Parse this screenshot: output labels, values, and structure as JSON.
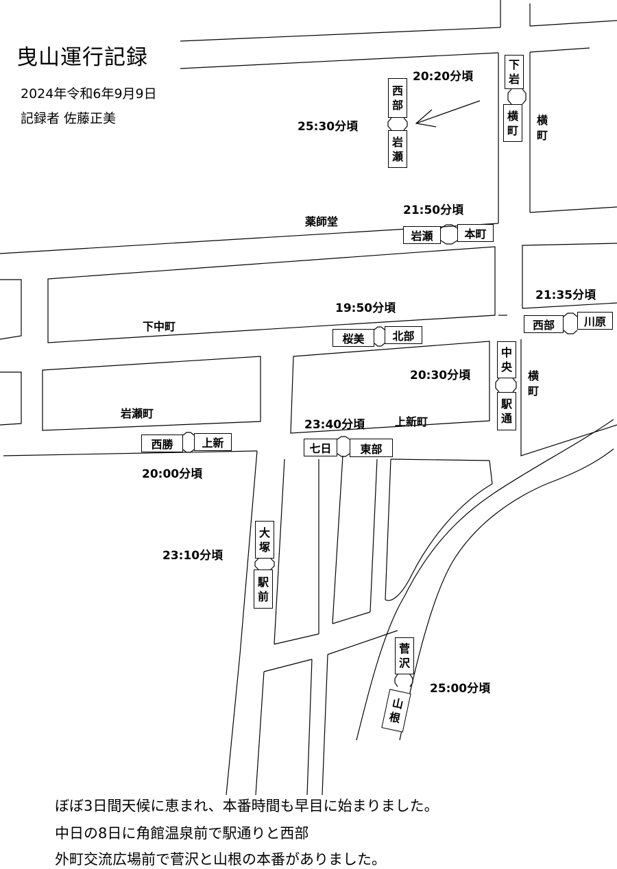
{
  "header": {
    "title": "曳山運行記録",
    "date": "2024年令和6年9月9日",
    "recorder": "記録者 佐藤正美"
  },
  "streets": {
    "yakushido": "薬師堂",
    "shimonakamachi": "下中町",
    "iwasemachi": "岩瀬町",
    "kamishinmachi": "上新町",
    "yokomachi_top": "横町",
    "yokomachi_mid": "横町"
  },
  "times": {
    "t2020": "20:20分頃",
    "t2530": "25:30分頃",
    "t2150": "21:50分頃",
    "t2135": "21:35分頃",
    "t1950": "19:50分頃",
    "t2030": "20:30分頃",
    "t2340": "23:40分頃",
    "t2000": "20:00分頃",
    "t2310": "23:10分頃",
    "t2500": "25:00分頃"
  },
  "floats": {
    "shimoiwa": "下岩",
    "yokomachi": "横町",
    "seibu_top": "西部",
    "iwase_top": "岩瀬",
    "iwase_mid": "岩瀬",
    "honmachi": "本町",
    "seibu_right": "西部",
    "kawahara": "川原",
    "oumi": "桜美",
    "hokubu": "北部",
    "chuou": "中央",
    "ekidori": "駅通",
    "seisho": "西勝",
    "kamishin": "上新",
    "nanuka": "七日",
    "toubu": "東部",
    "otsuka": "大塚",
    "ekimae": "駅前",
    "sugasawa": "菅沢",
    "yamane": "山根"
  },
  "notes": [
    "ぼぼ3日間天候に恵まれ、本番時間も早目に始まりました。",
    "中日の8日に角館温泉前で駅通りと西部",
    "外町交流広場前で菅沢と山根の本番がありました。"
  ]
}
